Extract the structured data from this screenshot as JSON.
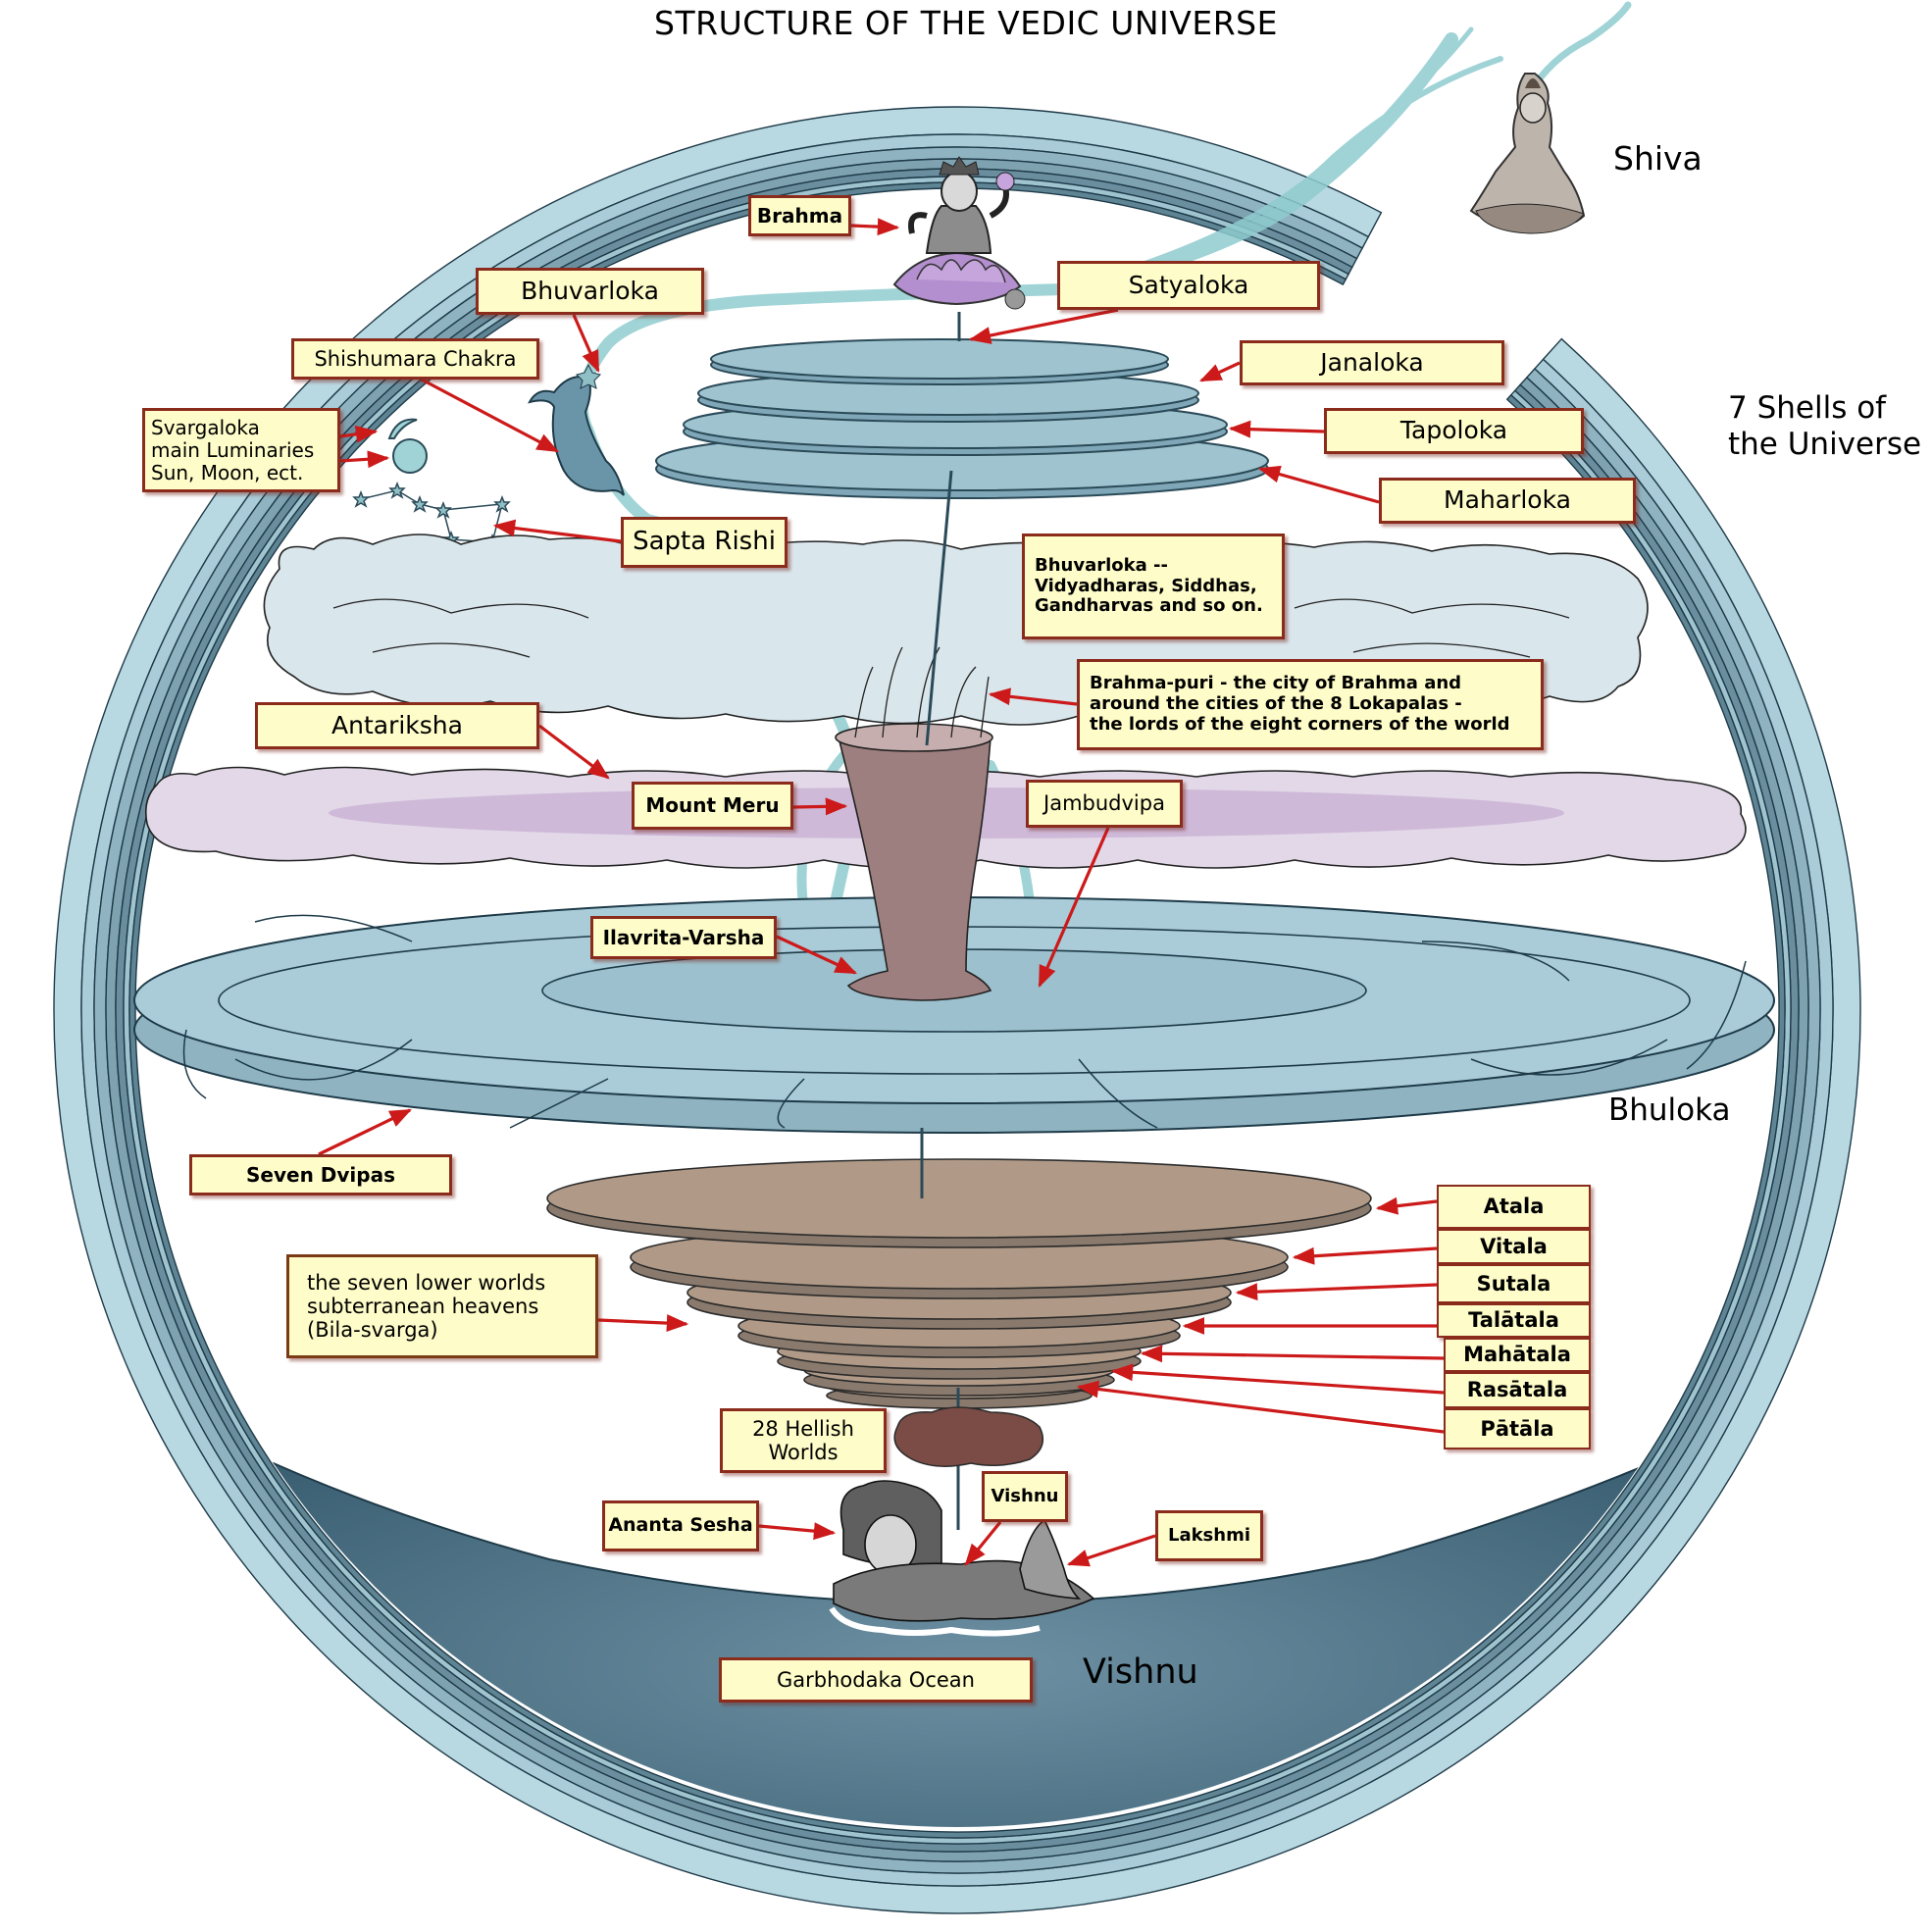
{
  "title": "STRUCTURE OF THE VEDIC UNIVERSE",
  "colors": {
    "shell_light": "#b9d9e2",
    "shell_mid": "#8fb3c1",
    "shell_dark": "#5f8595",
    "ocean_top": "#2f5366",
    "ocean_bottom": "#5e8296",
    "upper_discs": "#9fc4d0",
    "bhuloka_disc": "#a9ccd8",
    "bhuvarloka_cloud": "#d9e6ec",
    "antariksha_cloud": "#e2d8e8",
    "antariksha_band": "#cdb6d6",
    "lower_discs": "#b09a87",
    "meru": "#9e7f80",
    "hell_cloud": "#7a4c45",
    "ganga_stream": "#8fcccf",
    "label_fill": "#fefcc8",
    "label_border": "#8a2b1c",
    "arrow": "#cc1a1a"
  },
  "side_labels": {
    "shiva": "Shiva",
    "shells": "7 Shells of\nthe Universe",
    "bhuloka": "Bhuloka",
    "vishnu": "Vishnu"
  },
  "figures": {
    "brahma": "brahma-on-lotus",
    "shiva": "shiva-meditating",
    "vishnu": "vishnu-on-ananta-sesha",
    "lakshmi": "lakshmi"
  },
  "labels": {
    "brahma": "Brahma",
    "bhuvarloka_top": "Bhuvarloka",
    "satyaloka": "Satyaloka",
    "shishumara": "Shishumara Chakra",
    "janaloka": "Janaloka",
    "svargaloka": "Svargaloka\nmain Luminaries\nSun, Moon, ect.",
    "tapoloka": "Tapoloka",
    "maharloka": "Maharloka",
    "sapta_rishi": "Sapta Rishi",
    "bhuvarloka_desc": "Bhuvarloka --\nVidyadharas, Siddhas,\nGandharvas and so on.",
    "brahmapuri": "Brahma-puri - the city of Brahma and\naround the cities of the 8 Lokapalas -\nthe lords of the eight corners of the world",
    "antariksha": "Antariksha",
    "mount_meru": "Mount Meru",
    "jambudvipa": "Jambudvipa",
    "ilavrita": "Ilavrita-Varsha",
    "seven_dvipas": "Seven Dvipas",
    "lower_worlds": "the seven lower worlds\nsubterranean heavens\n(Bila-svarga)",
    "hellish": "28 Hellish\nWorlds",
    "ananta": "Ananta Sesha",
    "vishnu": "Vishnu",
    "lakshmi": "Lakshmi",
    "garbhodaka": "Garbhodaka Ocean"
  },
  "lower_worlds": [
    "Atala",
    "Vitala",
    "Sutala",
    "Talātala",
    "Mahātala",
    "Rasātala",
    "Pātāla"
  ]
}
